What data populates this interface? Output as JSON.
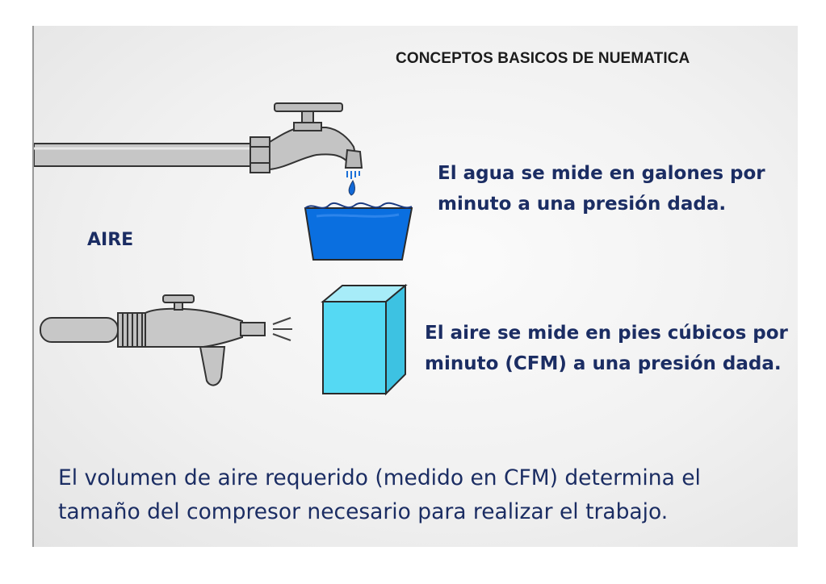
{
  "title": "CONCEPTOS BASICOS DE NUEMATICA",
  "water": {
    "line1": "El  agua se mide en galones por",
    "line2": "minuto a una presión dada."
  },
  "air_label": "AIRE",
  "air": {
    "line1": "El  aire se mide en pies cúbicos por",
    "line2": "minuto (CFM) a una presión dada."
  },
  "summary": {
    "line1": "El volumen de aire requerido (medido en CFM) determina el",
    "line2": "tamaño del compresor necesario para realizar el trabajo."
  },
  "icons": [
    "water-faucet-icon",
    "water-bucket-icon",
    "air-nozzle-icon",
    "air-cube-icon"
  ],
  "colors": {
    "text": "#1b2d63",
    "water": "#0a6fe0",
    "cube": "#4fd6f2",
    "metal": "#c9c9c9"
  }
}
